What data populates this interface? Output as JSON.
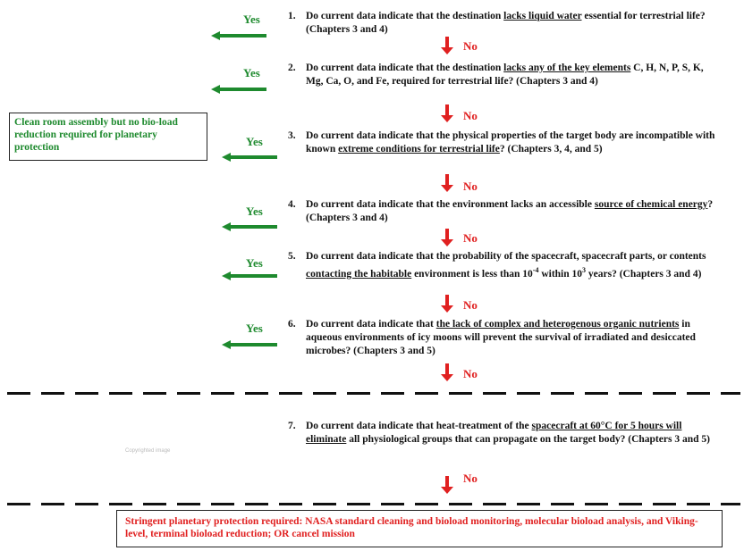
{
  "questions": [
    {
      "num": "1.",
      "parts": [
        {
          "t": "Do current data indicate that the destination "
        },
        {
          "t": "lacks liquid water",
          "u": true
        },
        {
          "t": " essential for terrestrial life? (Chapters 3 and 4)"
        }
      ]
    },
    {
      "num": "2.",
      "parts": [
        {
          "t": "Do current data indicate that the destination "
        },
        {
          "t": "lacks any of the key elements",
          "u": true
        },
        {
          "t": " C, H, N, P, S, K, Mg, Ca, O, and Fe, required for terrestrial life? (Chapters 3 and 4)"
        }
      ]
    },
    {
      "num": "3.",
      "parts": [
        {
          "t": "Do current data indicate that the physical properties of the target body are incompatible with known "
        },
        {
          "t": "extreme conditions for terrestrial life",
          "u": true
        },
        {
          "t": "?  (Chapters 3, 4, and 5)"
        }
      ]
    },
    {
      "num": "4.",
      "parts": [
        {
          "t": "Do current data indicate that the environment lacks an accessible "
        },
        {
          "t": "source of chemical energy",
          "u": true
        },
        {
          "t": "? (Chapters 3 and 4)"
        }
      ]
    },
    {
      "num": "5.",
      "parts": [
        {
          "t": "Do current data indicate that the probability of the spacecraft, spacecraft parts, or contents "
        },
        {
          "t": "contacting the habitable",
          "u": true
        },
        {
          "t": " environment is less than 10"
        },
        {
          "t": "-4",
          "sup": true
        },
        {
          "t": " within 10"
        },
        {
          "t": "3",
          "sup": true
        },
        {
          "t": " years? (Chapters 3 and 4)"
        }
      ]
    },
    {
      "num": "6.",
      "parts": [
        {
          "t": "Do current data indicate that "
        },
        {
          "t": "the lack of complex and heterogenous organic nutrients",
          "u": true
        },
        {
          "t": " in aqueous environments of icy moons will prevent the survival of irradiated and desiccated microbes? (Chapters 3 and 5)"
        }
      ]
    },
    {
      "num": "7.",
      "parts": [
        {
          "t": "Do current data indicate that heat-treatment of the "
        },
        {
          "t": "spacecraft at 60°C for 5 hours will eliminate",
          "u": true
        },
        {
          "t": " all physiological groups that can propagate on the target body? (Chapters 3 and 5)"
        }
      ]
    }
  ],
  "yes_label": "Yes",
  "no_label": "No",
  "green_box": "Clean room assembly but no bio-load reduction required for planetary protection",
  "red_box": "Stringent planetary protection required: NASA standard cleaning and bioload monitoring, molecular bioload analysis, and Viking-level, terminal bioload reduction; OR cancel mission",
  "watermark": "Copyrighted image",
  "colors": {
    "yes": "#1e8a2e",
    "no": "#e02020",
    "box_border": "#222222"
  }
}
